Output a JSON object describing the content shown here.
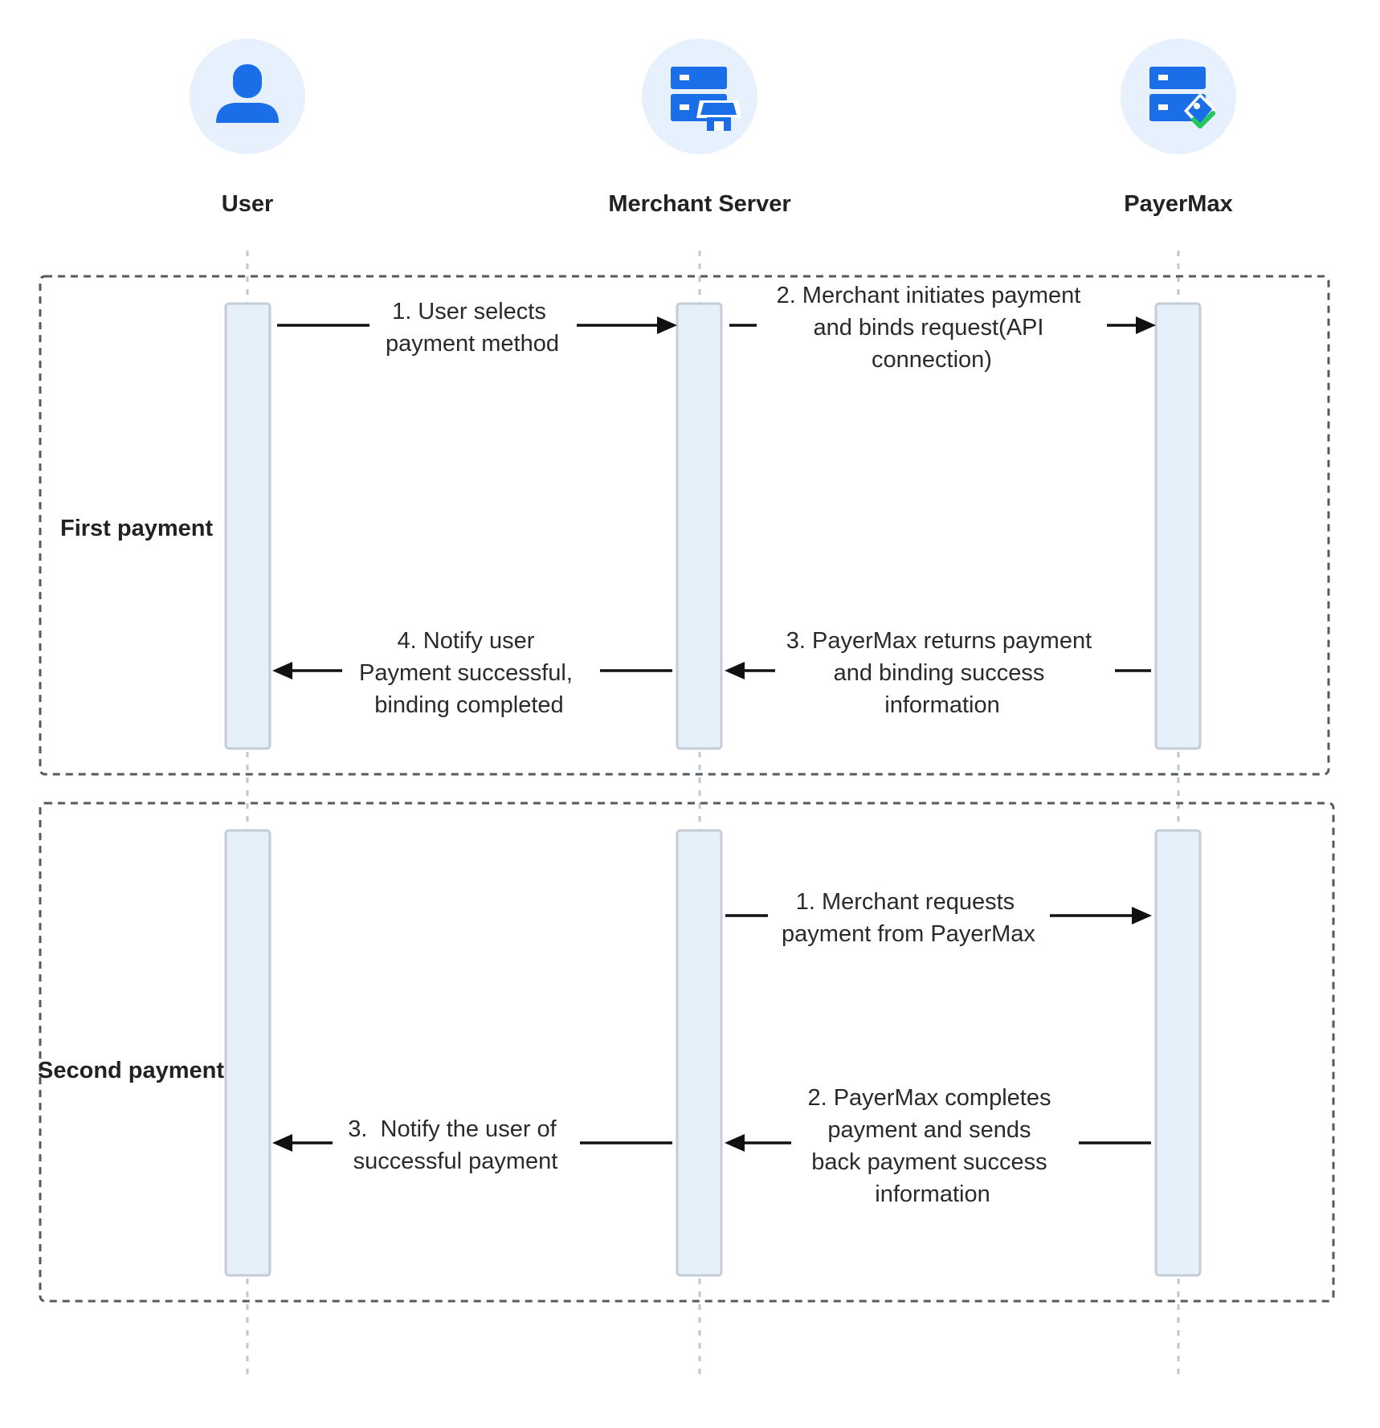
{
  "participants": [
    {
      "label": "User",
      "icon": "user-icon"
    },
    {
      "label": "Merchant Server",
      "icon": "merchant-server-icon"
    },
    {
      "label": "PayerMax",
      "icon": "payermax-server-icon"
    }
  ],
  "sections": [
    {
      "label": "First payment",
      "messages": [
        {
          "lines": [
            "1. User selects",
            "payment method"
          ],
          "from": "User",
          "to": "Merchant Server"
        },
        {
          "lines": [
            "2. Merchant initiates payment",
            "and binds request(API",
            "connection)"
          ],
          "from": "Merchant Server",
          "to": "PayerMax"
        },
        {
          "lines": [
            "3. PayerMax returns payment",
            "and binding success",
            "information"
          ],
          "from": "PayerMax",
          "to": "Merchant Server"
        },
        {
          "lines": [
            "4. Notify user",
            "Payment successful,",
            "binding completed"
          ],
          "from": "Merchant Server",
          "to": "User"
        }
      ]
    },
    {
      "label": "Second payment",
      "messages": [
        {
          "lines": [
            "1. Merchant requests",
            "payment from PayerMax"
          ],
          "from": "Merchant Server",
          "to": "PayerMax"
        },
        {
          "lines": [
            "2. PayerMax completes",
            "payment and sends",
            "back payment success",
            "information"
          ],
          "from": "PayerMax",
          "to": "Merchant Server"
        },
        {
          "lines": [
            "3.  Notify the user of",
            "successful payment"
          ],
          "from": "Merchant Server",
          "to": "User"
        }
      ]
    }
  ],
  "colors": {
    "icon_blue": "#1a6fe8",
    "icon_green": "#22c55e",
    "circle_bg": "#e6f1fd",
    "activation_fill": "#e6f0fb"
  }
}
